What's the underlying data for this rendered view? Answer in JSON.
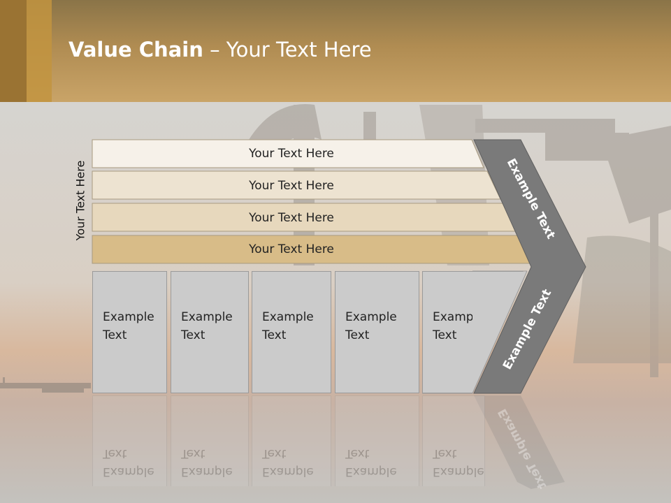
{
  "title": {
    "bold": "Value Chain",
    "rest": " – Your Text Here"
  },
  "vertical_label": "Your Text Here",
  "bands": [
    {
      "label": "Your Text Here",
      "color": "#f6f1e9"
    },
    {
      "label": "Your Text Here",
      "color": "#ede3d1"
    },
    {
      "label": "Your Text Here",
      "color": "#e7d8bd"
    },
    {
      "label": "Your Text Here",
      "color": "#d8bc88"
    }
  ],
  "columns": [
    {
      "line1": "Example",
      "line2": "Text"
    },
    {
      "line1": "Example",
      "line2": "Text"
    },
    {
      "line1": "Example",
      "line2": "Text"
    },
    {
      "line1": "Example",
      "line2": "Text"
    },
    {
      "line1": "Example",
      "line2": "Text"
    }
  ],
  "chevron": {
    "upper_label": "Example Text",
    "lower_label": "Example Text",
    "color": "#7a7a7a"
  },
  "colors": {
    "header": "#b08c52",
    "accent_stripe": "#9a7333"
  }
}
